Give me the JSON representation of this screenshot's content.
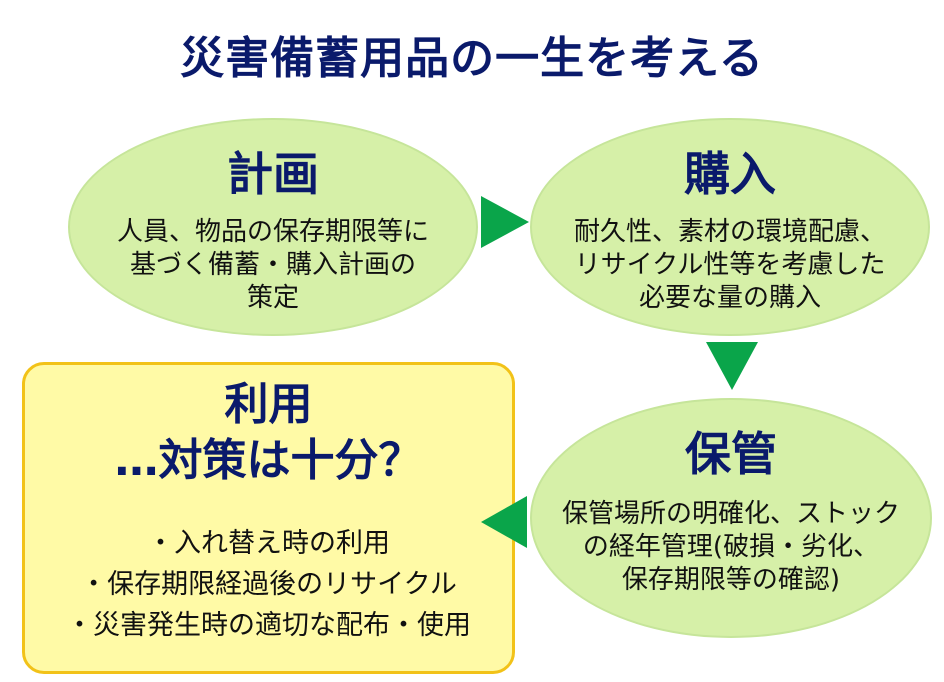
{
  "title": "災害備蓄用品の一生を考える",
  "plan": {
    "heading": "計画",
    "lines": [
      "人員、物品の保存期限等に",
      "基づく備蓄・購入計画の",
      "策定"
    ]
  },
  "purchase": {
    "heading": "購入",
    "lines": [
      "耐久性、素材の環境配慮、",
      "リサイクル性等を考慮した",
      "必要な量の購入"
    ]
  },
  "storage": {
    "heading": "保管",
    "lines": [
      "保管場所の明確化、ストック",
      "の経年管理(破損・劣化、",
      "保存期限等の確認)"
    ]
  },
  "use": {
    "heading_line1": "利用",
    "heading_line2": "…対策は十分？",
    "items": [
      "・入れ替え時の利用",
      "・保存期限経過後のリサイクル",
      "・災害発生時の適切な配布・使用"
    ]
  },
  "colors": {
    "title": "#0a1a6b",
    "ellipse_fill": "#d6f0a8",
    "box_fill": "#fffaa6",
    "box_border": "#f2c218",
    "arrow": "#0aa54a"
  }
}
